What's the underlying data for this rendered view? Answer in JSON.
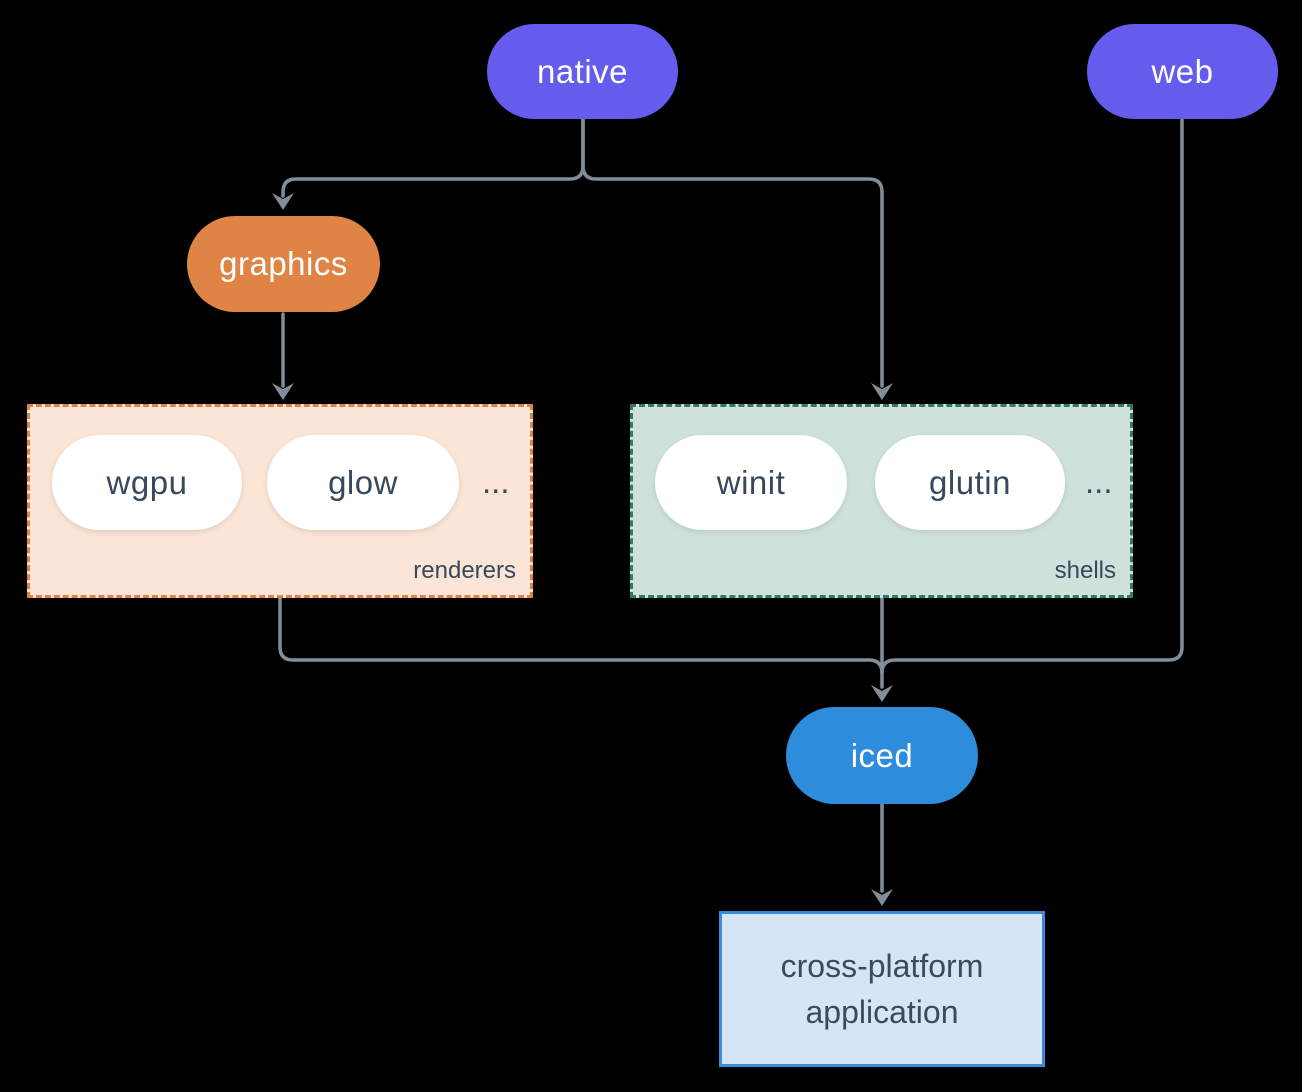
{
  "canvas": {
    "background": "#000000",
    "connector_color": "#828D9A"
  },
  "nodes": {
    "native": {
      "label": "native",
      "color": "#655BEC",
      "text_color": "#FFFFFF"
    },
    "web": {
      "label": "web",
      "color": "#655BEC",
      "text_color": "#FFFFFF"
    },
    "graphics": {
      "label": "graphics",
      "color": "#DF8444",
      "text_color": "#FFFFFF"
    },
    "wgpu": {
      "label": "wgpu",
      "color": "#FFFFFF",
      "text_color": "#37495C"
    },
    "glow": {
      "label": "glow",
      "color": "#FFFFFF",
      "text_color": "#37495C"
    },
    "winit": {
      "label": "winit",
      "color": "#FFFFFF",
      "text_color": "#37495C"
    },
    "glutin": {
      "label": "glutin",
      "color": "#FFFFFF",
      "text_color": "#37495C"
    },
    "iced": {
      "label": "iced",
      "color": "#2E8CDC",
      "text_color": "#FFFFFF"
    },
    "app": {
      "lines": [
        "cross-platform",
        "application"
      ],
      "fill": "#D5E5F6",
      "border": "#3A8BE0",
      "text_color": "#3A4B5E"
    }
  },
  "groups": {
    "renderers": {
      "label": "renderers",
      "ellipsis": "...",
      "fill": "#FAE5D6",
      "border": "#DD8445"
    },
    "shells": {
      "label": "shells",
      "ellipsis": "...",
      "fill": "#CFE1DB",
      "border": "#2F7A6B"
    }
  }
}
